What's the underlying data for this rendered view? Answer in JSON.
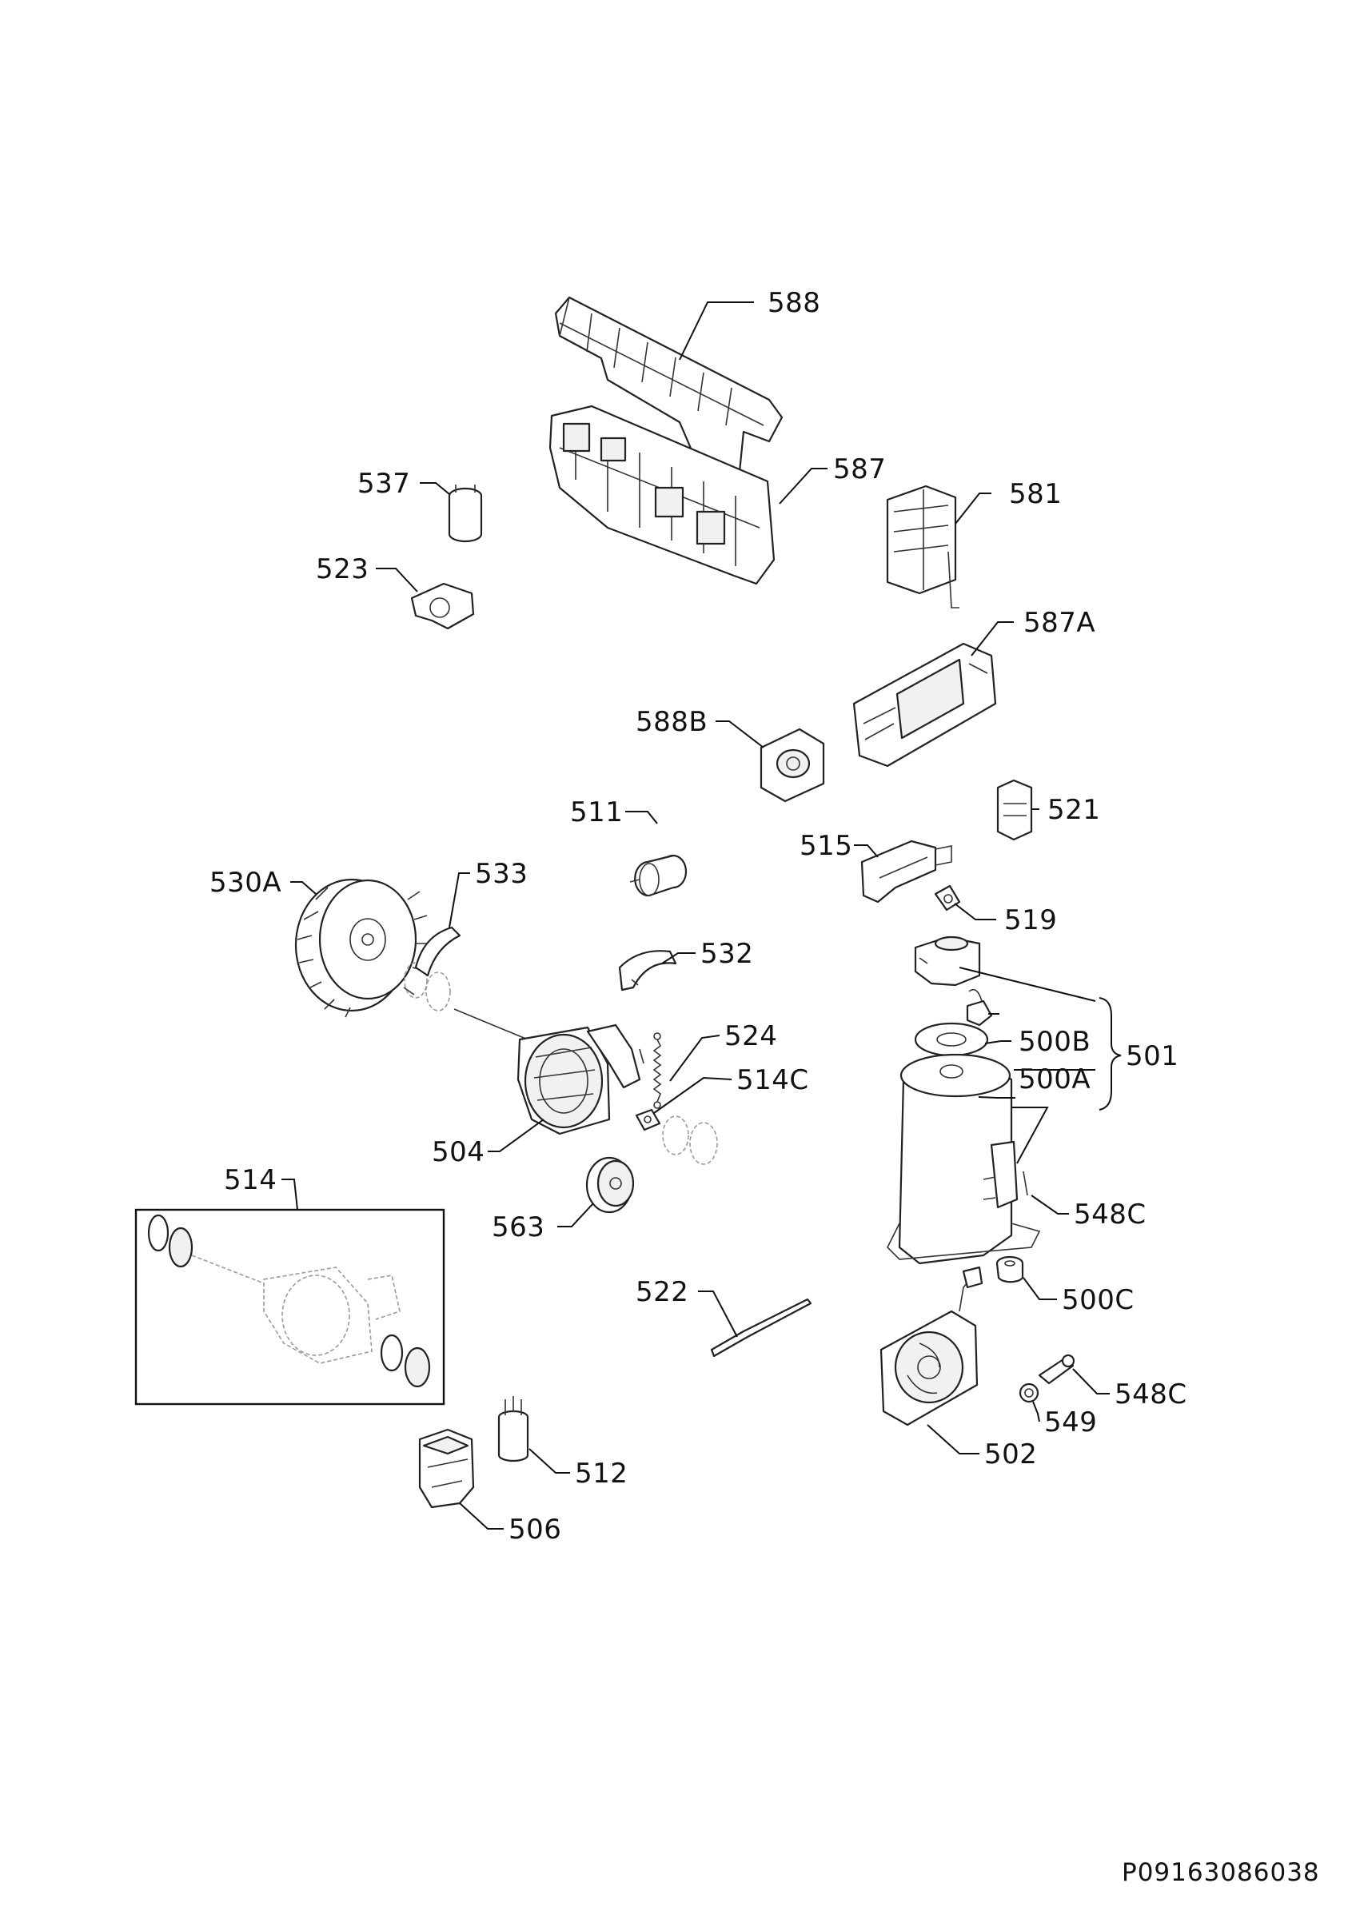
{
  "document_code": "P09163086038",
  "labels": {
    "p588": "588",
    "p587": "587",
    "p581": "581",
    "p537": "537",
    "p523": "523",
    "p587A": "587A",
    "p588B": "588B",
    "p521": "521",
    "p511": "511",
    "p515": "515",
    "p530A": "530A",
    "p533": "533",
    "p519": "519",
    "p532": "532",
    "p500B": "500B",
    "p501": "501",
    "p524": "524",
    "p500A": "500A",
    "p514C": "514C",
    "p504": "504",
    "p514": "514",
    "p563": "563",
    "p548C_a": "548C",
    "p522": "522",
    "p500C": "500C",
    "p548C_b": "548C",
    "p549": "549",
    "p512": "512",
    "p502": "502",
    "p506": "506"
  }
}
